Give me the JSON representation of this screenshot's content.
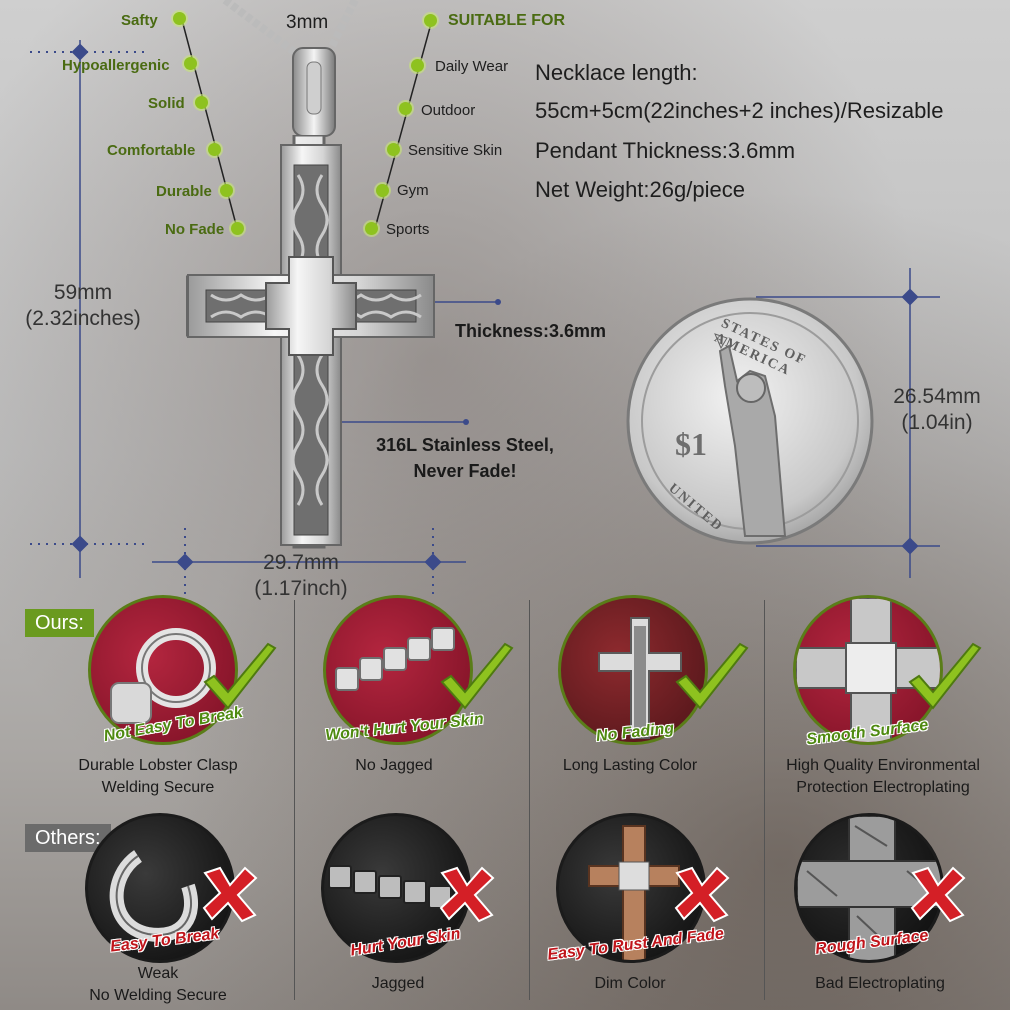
{
  "features": [
    "Safty",
    "Hypoallergenic",
    "Solid",
    "Comfortable",
    "Durable",
    "No Fade"
  ],
  "chain_width": "3mm",
  "suitable": {
    "title": "SUITABLE FOR",
    "items": [
      "Daily Wear",
      "Outdoor",
      "Sensitive Skin",
      "Gym",
      "Sports"
    ]
  },
  "specs": [
    "Necklace length:",
    "55cm+5cm(22inches+2 inches)/Resizable",
    "Pendant Thickness:3.6mm",
    "Net Weight:26g/piece"
  ],
  "height": {
    "mm": "59mm",
    "in": "(2.32inches)"
  },
  "width": {
    "mm": "29.7mm",
    "in": "(1.17inch)"
  },
  "coin": {
    "mm": "26.54mm",
    "in": "(1.04in)",
    "outer_text": "STATES OF AMERICA",
    "bottom_text": "UNITED",
    "value": "$1"
  },
  "thickness_callout": "Thickness:3.6mm",
  "material_callout": {
    "line1": "316L Stainless Steel,",
    "line2": "Never Fade!"
  },
  "comparison": {
    "ours_label": "Ours:",
    "others_label": "Others:",
    "ours": [
      {
        "tag": "Not Easy To Break",
        "caption1": "Durable Lobster Clasp",
        "caption2": "Welding Secure"
      },
      {
        "tag": "Won't Hurt Your Skin",
        "caption1": "No Jagged",
        "caption2": ""
      },
      {
        "tag": "No Fading",
        "caption1": "Long Lasting Color",
        "caption2": ""
      },
      {
        "tag": "Smooth Surface",
        "caption1": "High Quality Environmental",
        "caption2": "Protection Electroplating"
      }
    ],
    "others": [
      {
        "tag": "Easy To Break",
        "caption1": "Weak",
        "caption2": "No Welding Secure"
      },
      {
        "tag": "Hurt Your Skin",
        "caption1": "Jagged",
        "caption2": ""
      },
      {
        "tag": "Easy To Rust And Fade",
        "caption1": "Dim Color",
        "caption2": ""
      },
      {
        "tag": "Rough Surface",
        "caption1": "Bad Electroplating",
        "caption2": ""
      }
    ]
  },
  "colors": {
    "green": "#8ec21f",
    "red": "#d41f26",
    "ours_badge": "#6a9a1f",
    "others_badge": "#6b6b6b"
  }
}
